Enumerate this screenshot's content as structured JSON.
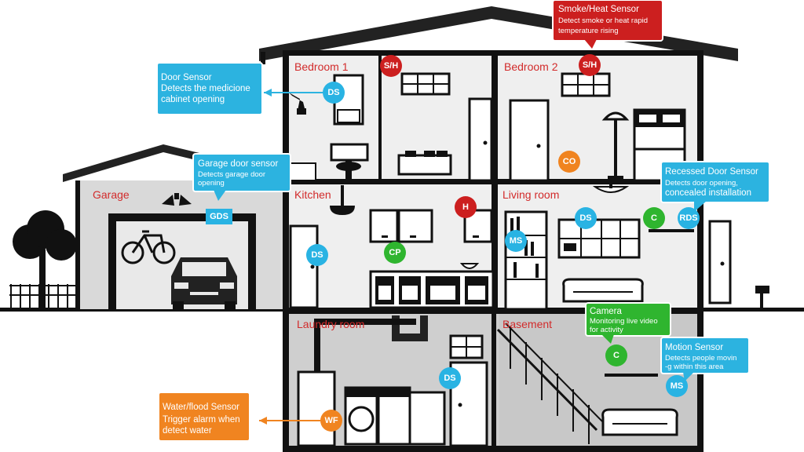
{
  "colors": {
    "wall": "#1a1a1a",
    "interior": "#efefef",
    "ground": "#dcdcdc",
    "basement": "#c9c9c9",
    "roof": "#2a2a2a",
    "room_label": "#d22b2b",
    "door_sensor": "#29b3e3",
    "smoke_sensor": "#cc1f1f",
    "co_sensor": "#f08420",
    "camera": "#2fb52f",
    "water_sensor": "#f08420",
    "callout_blue": "#2cb3e0",
    "callout_red": "#cc1f1f",
    "callout_green": "#2fb52f",
    "callout_orange": "#f08420"
  },
  "rooms": {
    "bedroom1": "Bedroom 1",
    "bedroom2": "Bedroom 2",
    "garage": "Garage",
    "kitchen": "Kitchen",
    "living": "Living room",
    "laundry": "Laundry room",
    "basement": "Basement"
  },
  "markers": {
    "sh1": "S/H",
    "sh2": "S/H",
    "ds_bath": "DS",
    "co": "CO",
    "gds": "GDS",
    "ds_kitchen": "DS",
    "cp": "CP",
    "h": "H",
    "ms_living": "MS",
    "ds_living": "DS",
    "c_living": "C",
    "rds": "RDS",
    "ds_laundry": "DS",
    "wf": "WF",
    "c_basement": "C",
    "ms_basement": "MS"
  },
  "callouts": {
    "door": {
      "title": "Door Sensor",
      "lines": [
        "Detects the medicione",
        "cabinet opening"
      ]
    },
    "smoke": {
      "title": "Smoke/Heat Sensor",
      "lines": [
        "Detect smoke or heat rapid",
        "temperature rising"
      ]
    },
    "garage": {
      "title": "Garage door sensor",
      "lines": [
        "Detects garage door",
        "opening"
      ]
    },
    "recessed": {
      "title": "Recessed Door Sensor",
      "lines": [
        "Detects door opening,",
        "concealed installation"
      ]
    },
    "camera": {
      "title": "Camera",
      "lines": [
        "Monitoring live video",
        "for activity"
      ]
    },
    "motion": {
      "title": "Motion Sensor",
      "lines": [
        "Detects people movin",
        "-g within this area"
      ]
    },
    "water": {
      "title": "Water/flood Sensor",
      "lines": [
        "Trigger alarm when",
        "detect water"
      ]
    }
  }
}
